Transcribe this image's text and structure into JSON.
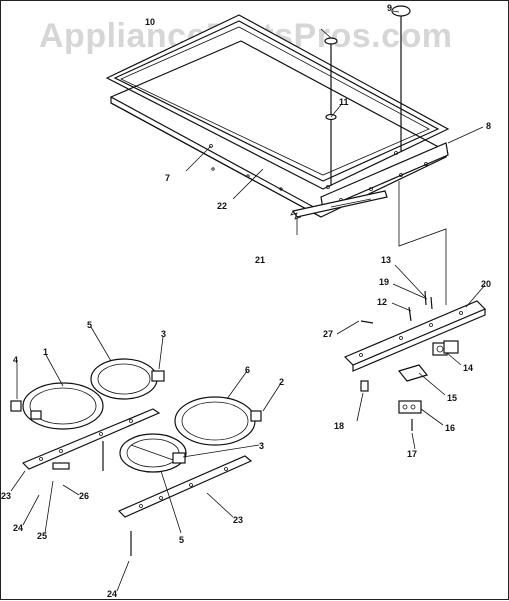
{
  "watermark": "AppliancePartsPros.com",
  "callouts": {
    "c1": "1",
    "c2": "2",
    "c3a": "3",
    "c3b": "3",
    "c4": "4",
    "c5a": "5",
    "c5b": "5",
    "c6": "6",
    "c7": "7",
    "c8": "8",
    "c9": "9",
    "c10": "10",
    "c11": "11",
    "c12": "12",
    "c13": "13",
    "c14": "14",
    "c15": "15",
    "c16": "16",
    "c17": "17",
    "c18": "18",
    "c19": "19",
    "c20": "20",
    "c21": "21",
    "c22": "22",
    "c23a": "23",
    "c23b": "23",
    "c24a": "24",
    "c24b": "24",
    "c25": "25",
    "c26": "26",
    "c27": "27"
  }
}
